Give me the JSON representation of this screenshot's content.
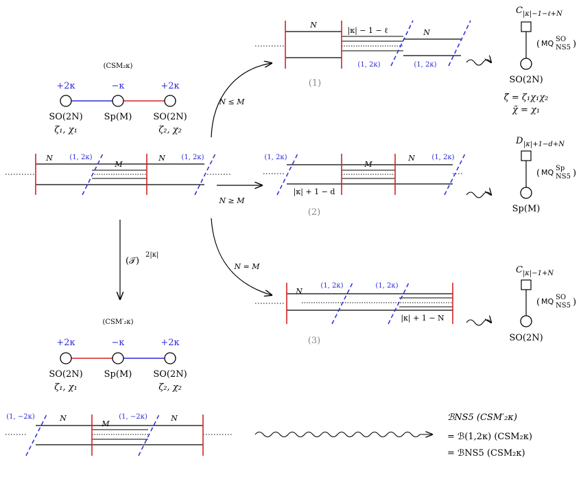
{
  "colors": {
    "ns5": "#d62020",
    "fivebrane": "#2a2ad8",
    "grey_label": "#8a8a8a",
    "line": "#000000"
  },
  "top_quiver": {
    "title": "(CSM₂κ)",
    "levels": [
      "+2κ",
      "−κ",
      "+2κ"
    ],
    "groups": [
      "SO(2N)",
      "Sp(M)",
      "SO(2N)"
    ],
    "fugacities": [
      "ζ₁, χ₁",
      "ζ₂, χ₂"
    ]
  },
  "bottom_quiver": {
    "title": "(CSM′₂κ)",
    "levels": [
      "+2κ",
      "−κ",
      "+2κ"
    ],
    "groups": [
      "SO(2N)",
      "Sp(M)",
      "SO(2N)"
    ],
    "fugacities": [
      "ζ₁, χ₁",
      "ζ₂, χ₂"
    ]
  },
  "main_brane": {
    "labels": [
      "N",
      "M",
      "N"
    ],
    "fivebrane_labels": [
      "(1, 2κ)",
      "(1, 2κ)"
    ]
  },
  "transform": {
    "label": "(𝒯)",
    "exponent": "2|κ|"
  },
  "arrows": [
    "N ≤ M",
    "N ≥ M",
    "N = M"
  ],
  "case1": {
    "number": "(1)",
    "labels": [
      "N",
      "|κ| − 1 − ℓ",
      "N"
    ],
    "fivebrane_labels": [
      "(1, 2κ)",
      "(1, 2κ)"
    ],
    "quiver_top": "C",
    "quiver_top_sub": "|κ|−1−ℓ+N",
    "mq": "MQ",
    "mq_sup": "SO",
    "mq_sub": "NS5",
    "quiver_bottom": "SO(2N)",
    "relations": [
      "ζ̃ = ζ₁χ₁χ₂",
      "χ̃ = χ₁"
    ]
  },
  "case2": {
    "number": "(2)",
    "labels": [
      "M",
      "N",
      "|κ| + 1 − d"
    ],
    "fivebrane_labels": [
      "(1, 2κ)",
      "(1, 2κ)"
    ],
    "quiver_top": "D",
    "quiver_top_sub": "|κ|+1−d+N",
    "mq": "MQ",
    "mq_sup": "Sp",
    "mq_sub": "NS5",
    "quiver_bottom": "Sp(M)"
  },
  "case3": {
    "number": "(3)",
    "labels": [
      "N",
      "|κ| + 1 − N"
    ],
    "fivebrane_labels": [
      "(1, 2κ)",
      "(1, 2κ)"
    ],
    "quiver_top": "C",
    "quiver_top_sub": "|κ|−1+N",
    "mq": "MQ",
    "mq_sup": "SO",
    "mq_sub": "NS5",
    "quiver_bottom": "SO(2N)"
  },
  "bottom_brane": {
    "labels": [
      "N",
      "M",
      "N"
    ],
    "fivebrane_labels": [
      "(1, −2κ)",
      "(1, −2κ)"
    ]
  },
  "result": {
    "line1": "ℬNS5 (CSM′₂κ)",
    "line2": "= ℬ(1,2κ) (CSM₂κ)",
    "line3": "= ℬNS5 (CSM₂κ)"
  }
}
